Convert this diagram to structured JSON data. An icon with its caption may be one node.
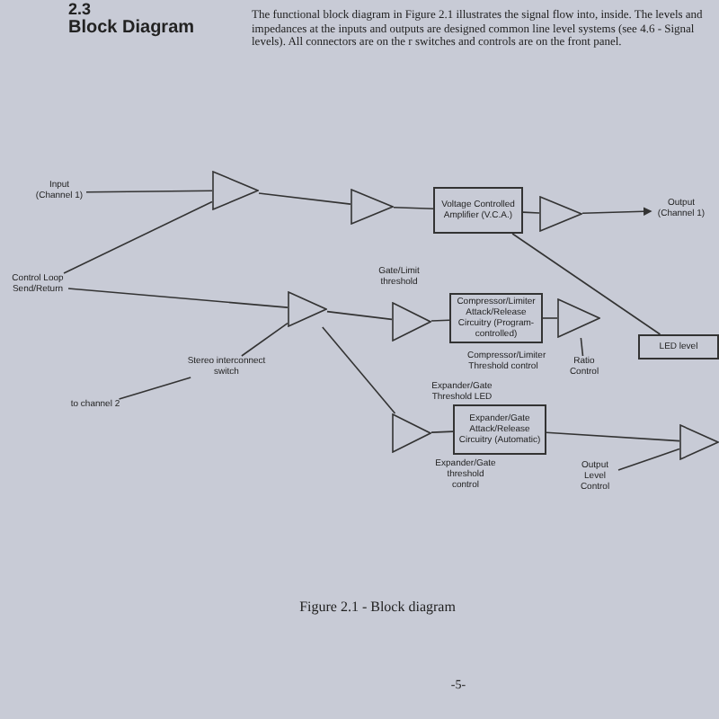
{
  "diagram": {
    "title": "Block Diagram",
    "caption": "Figure 2.1 - Block diagram",
    "nodes": [
      {
        "text": [
          "Input (Channel 1)"
        ]
      },
      {
        "text": [],
        "shape": "triangle"
      },
      {
        "text": [],
        "shape": "triangle"
      },
      {
        "text": [
          "Voltage Controlled Amplifier (V.C.A.)"
        ]
      },
      {
        "text": [],
        "shape": "triangle"
      },
      {
        "text": [
          "Output (Channel 1)"
        ]
      },
      {
        "text": [
          "Control Loop Send/Return"
        ]
      },
      {
        "text": [],
        "shape": "triangle"
      },
      {
        "text": [
          "Stereo interconnect switch"
        ]
      },
      {
        "text": [
          "to channel 2"
        ]
      },
      {
        "text": [],
        "shape": "triangle"
      },
      {
        "text": [
          "Compressor/Limiter Attack/Release Circuitry (Program-controlled)"
        ]
      },
      {
        "text": [],
        "shape": "triangle"
      },
      {
        "text": [
          "Ratio Control"
        ]
      },
      {
        "text": [
          "LED level"
        ]
      },
      {
        "text": [],
        "shape": "triangle"
      },
      {
        "text": [
          "Expander/Gate Attack/Release Circuitry (Automatic)"
        ]
      },
      {
        "text": [],
        "shape": "triangle"
      },
      {
        "text": [
          "Output Level Control"
        ]
      }
    ],
    "edges": [
      {
        "from": 0,
        "to": 1,
        "arrow": "none"
      },
      {
        "from": 1,
        "to": 2,
        "arrow": "none"
      },
      {
        "from": 2,
        "to": 3,
        "arrow": "none"
      },
      {
        "from": 3,
        "to": 4,
        "arrow": "none"
      },
      {
        "from": 4,
        "to": 5,
        "arrow": "to"
      },
      {
        "from": 6,
        "to": 7,
        "arrow": "none"
      },
      {
        "from": 1,
        "to": 6,
        "arrow": "none"
      },
      {
        "from": 7,
        "to": 10,
        "arrow": "none"
      },
      {
        "from": 7,
        "to": 15,
        "arrow": "none"
      },
      {
        "from": 9,
        "to": 8,
        "arrow": "none"
      },
      {
        "from": 8,
        "to": 7,
        "arrow": "none"
      },
      {
        "from": 10,
        "to": 11,
        "arrow": "none"
      },
      {
        "from": 11,
        "to": 12,
        "arrow": "none"
      },
      {
        "from": 12,
        "to": 13,
        "arrow": "none"
      },
      {
        "from": 15,
        "to": 16,
        "arrow": "none"
      },
      {
        "from": 16,
        "to": 17,
        "arrow": "none"
      },
      {
        "from": 18,
        "to": 17,
        "arrow": "none"
      },
      {
        "from": 3,
        "to": 14,
        "arrow": "none"
      }
    ],
    "labels": [
      "2.3",
      "The functional block diagram in Figure 2.1 illustrates the signal flow into, inside. The levels and impedances at the inputs and outputs are designed common line level systems (see 4.6 - Signal levels). All connectors are on the r switches and controls are on the front panel.",
      "Gate/Limit threshold",
      "Compressor/Limiter Threshold control",
      "Expander/Gate Threshold LED",
      "Expander/Gate threshold control",
      "-5-"
    ]
  }
}
